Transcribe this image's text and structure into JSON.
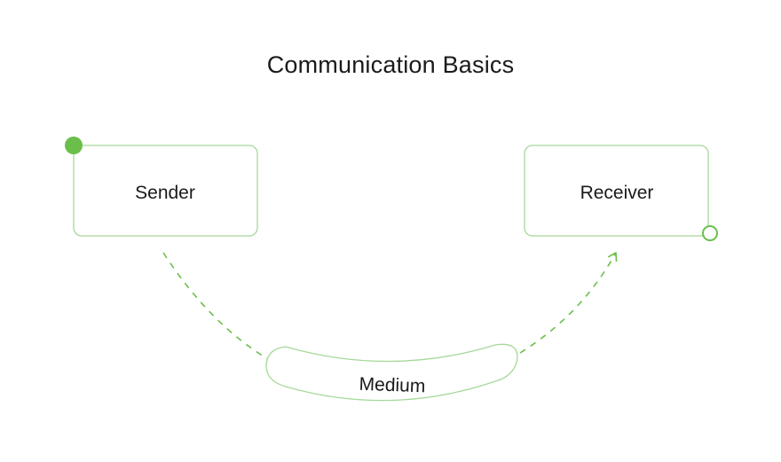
{
  "title": "Communication Basics",
  "nodes": {
    "sender": "Sender",
    "receiver": "Receiver",
    "medium": "Medium"
  },
  "colors": {
    "accent": "#6abf4b",
    "node_border": "#a6d89a",
    "connector": "#6abf4b",
    "text": "#1a1a1a"
  }
}
